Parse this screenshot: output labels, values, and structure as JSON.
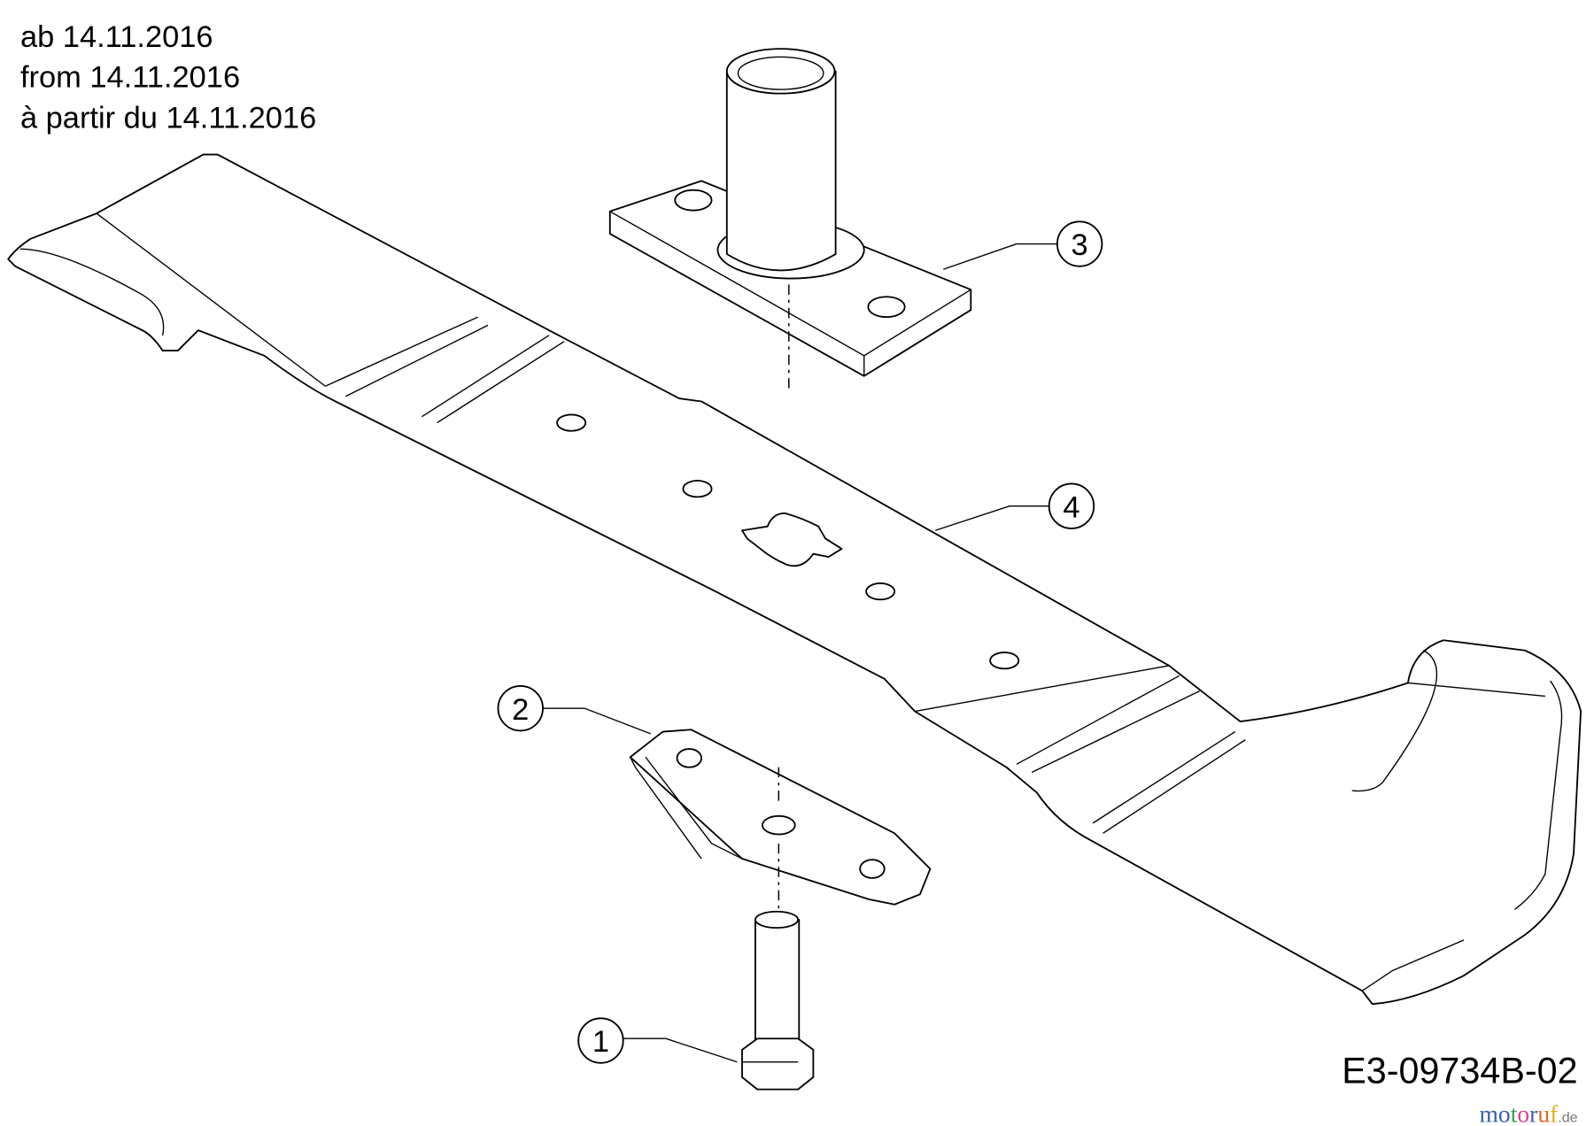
{
  "header": {
    "lines": [
      "ab 14.11.2016",
      "from 14.11.2016",
      "à partir du 14.11.2016"
    ]
  },
  "callouts": [
    {
      "number": "1",
      "part": "bolt"
    },
    {
      "number": "2",
      "part": "blade-support-plate"
    },
    {
      "number": "3",
      "part": "blade-adapter"
    },
    {
      "number": "4",
      "part": "blade"
    }
  ],
  "drawing_number": "E3-09734B-02",
  "watermark": {
    "letters": [
      "m",
      "o",
      "t",
      "o",
      "r",
      "u",
      "f"
    ],
    "suffix": ".de",
    "colors": [
      "#3a5fb0",
      "#3a5fb0",
      "#3aa04a",
      "#e0408a",
      "#3a5fb0",
      "#e06a20",
      "#e0b020"
    ]
  }
}
